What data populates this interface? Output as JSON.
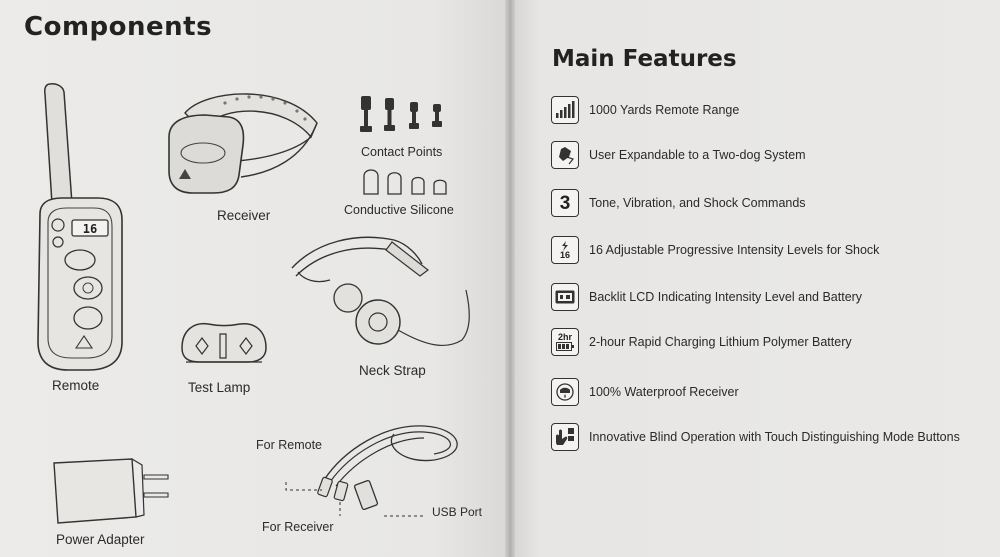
{
  "components": {
    "title": "Components",
    "labels": {
      "remote": "Remote",
      "receiver": "Receiver",
      "contact_points": "Contact Points",
      "conductive_silicone": "Conductive Silicone",
      "test_lamp": "Test Lamp",
      "neck_strap": "Neck Strap",
      "power_adapter": "Power Adapter",
      "for_remote": "For Remote",
      "for_receiver": "For Receiver",
      "usb_port": "USB Port"
    },
    "remote_lcd": "16"
  },
  "features": {
    "title": "Main Features",
    "items": [
      {
        "text": "1000 Yards Remote Range",
        "icon": "signal-range-icon"
      },
      {
        "text": "User Expandable to a Two-dog System",
        "icon": "two-dog-icon"
      },
      {
        "text": "Tone, Vibration, and Shock Commands",
        "icon": "three-commands-icon",
        "glyph": "3"
      },
      {
        "text": "16 Adjustable Progressive Intensity Levels for Shock",
        "icon": "intensity-levels-icon",
        "glyph": "16"
      },
      {
        "text": "Backlit LCD Indicating Intensity Level and Battery",
        "icon": "lcd-icon"
      },
      {
        "text": "2-hour Rapid Charging Lithium Polymer Battery",
        "icon": "battery-icon",
        "glyph": "2hr"
      },
      {
        "text": "100% Waterproof Receiver",
        "icon": "waterproof-icon"
      },
      {
        "text": "Innovative Blind Operation with Touch Distinguishing Mode Buttons",
        "icon": "touch-button-icon"
      }
    ]
  }
}
